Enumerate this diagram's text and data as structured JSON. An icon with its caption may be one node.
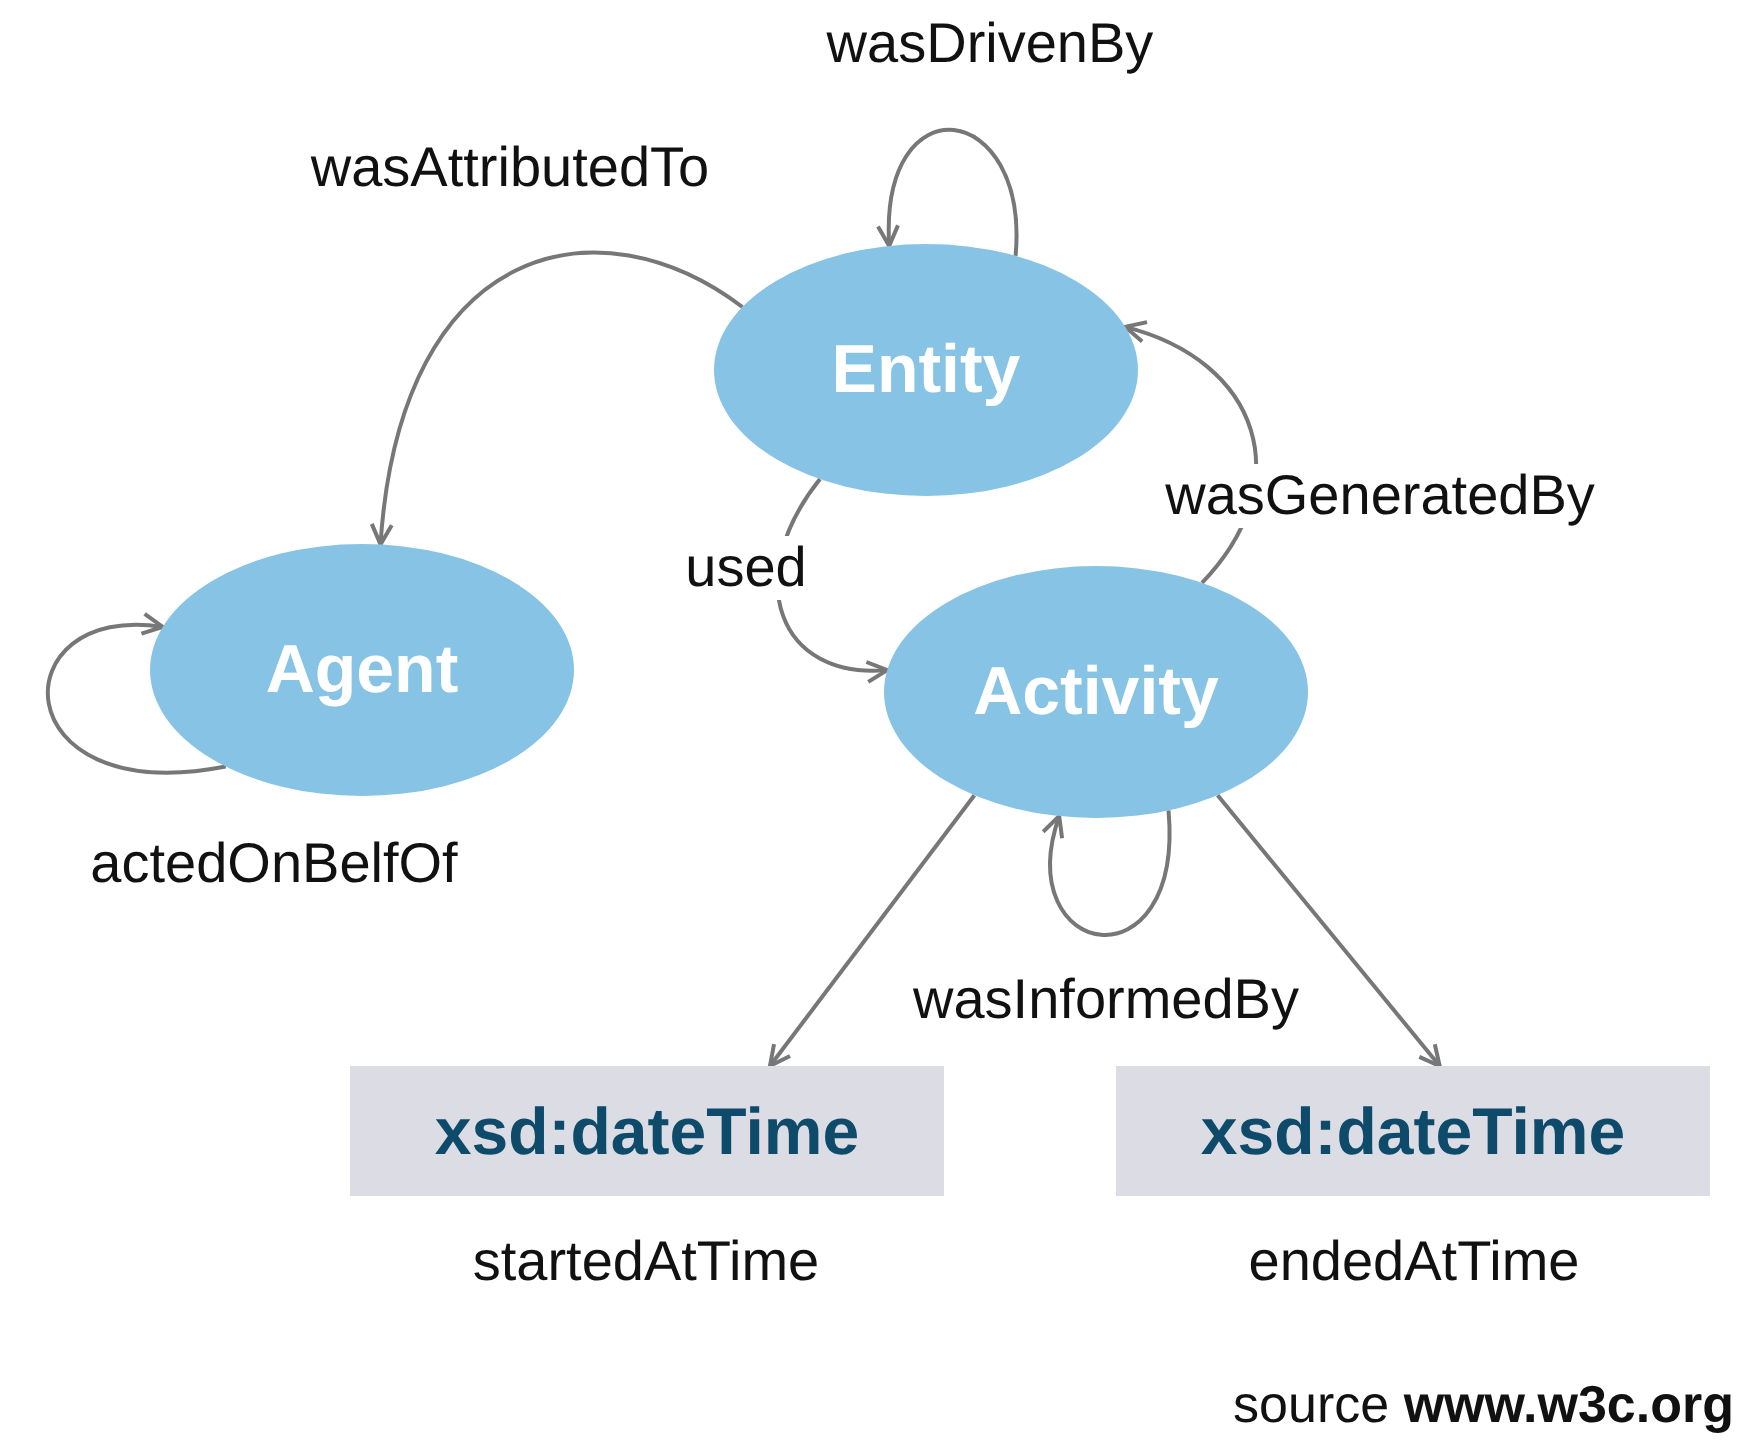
{
  "diagram": {
    "nodes": [
      {
        "text": [
          "Entity"
        ]
      },
      {
        "text": [
          "Agent"
        ]
      },
      {
        "text": [
          "Activity"
        ]
      },
      {
        "text": [
          "xsd:dateTime"
        ],
        "beside": [
          "startedAtTime"
        ]
      },
      {
        "text": [
          "xsd:dateTime"
        ],
        "beside": [
          "endedAtTime"
        ]
      }
    ],
    "edges": [
      {
        "from": 0,
        "to": 0,
        "arrow": "to",
        "label": "wasDrivenBy"
      },
      {
        "from": 0,
        "to": 1,
        "arrow": "to",
        "label": "wasAttributedTo"
      },
      {
        "from": 0,
        "to": 2,
        "arrow": "to",
        "label": "used"
      },
      {
        "from": 2,
        "to": 0,
        "arrow": "to",
        "label": "wasGeneratedBy"
      },
      {
        "from": 1,
        "to": 1,
        "arrow": "to",
        "label": "actedOnBelfOf"
      },
      {
        "from": 2,
        "to": 2,
        "arrow": "to",
        "label": "wasInformedBy"
      },
      {
        "from": 2,
        "to": 3,
        "arrow": "to"
      },
      {
        "from": 2,
        "to": 4,
        "arrow": "to"
      }
    ],
    "labels": [
      "source **www.w3c.org**"
    ]
  }
}
